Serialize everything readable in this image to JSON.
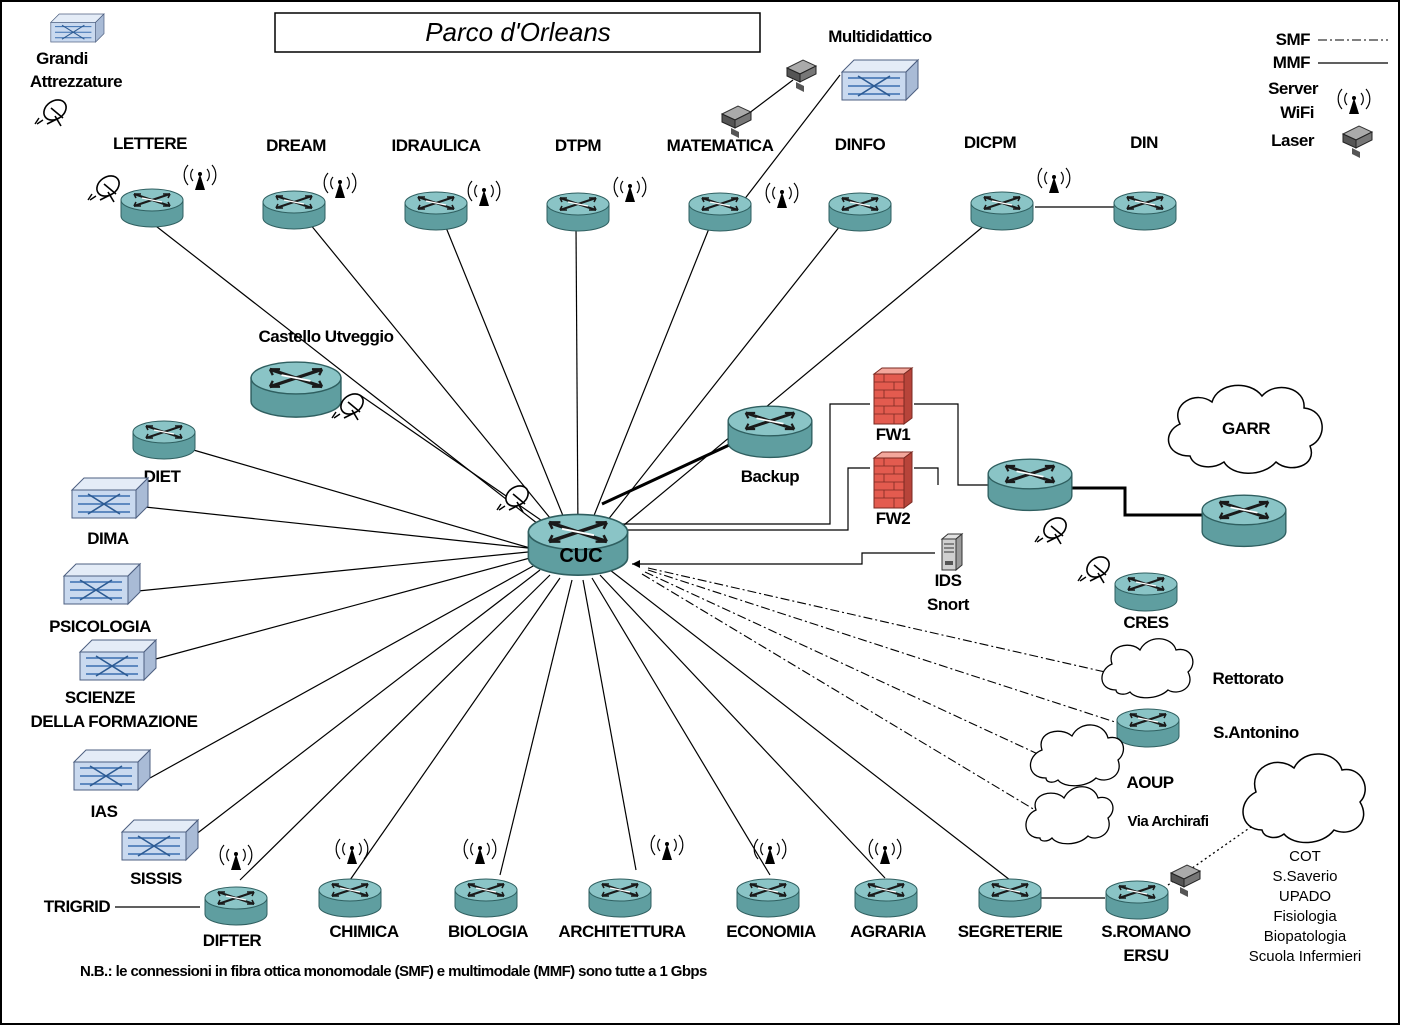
{
  "title": "Parco d'Orleans",
  "legend": {
    "smf": "SMF",
    "mmf": "MMF",
    "server": "Server",
    "wifi": "WiFi",
    "laser": "Laser"
  },
  "top_left": {
    "line1": "Grandi",
    "line2": "Attrezzature"
  },
  "multididattico": "Multididattico",
  "top_nodes": [
    "LETTERE",
    "DREAM",
    "IDRAULICA",
    "DTPM",
    "MATEMATICA",
    "DINFO",
    "DICPM",
    "DIN"
  ],
  "castello": "Castello Utveggio",
  "left_nodes": {
    "diet": "DIET",
    "dima": "DIMA",
    "psicologia": "PSICOLOGIA",
    "scienze_1": "SCIENZE",
    "scienze_2": "DELLA FORMAZIONE",
    "ias": "IAS",
    "sissis": "SISSIS",
    "trigrid": "TRIGRID",
    "difter": "DIFTER"
  },
  "center": {
    "cuc": "CUC",
    "backup": "Backup",
    "fw1": "FW1",
    "fw2": "FW2",
    "ids_1": "IDS",
    "ids_2": "Snort"
  },
  "right_nodes": {
    "garr": "GARR",
    "cres": "CRES",
    "rettorato": "Rettorato",
    "santonino": "S.Antonino",
    "aoup": "AOUP",
    "via_archirafi": "Via Archirafi"
  },
  "bottom_nodes": [
    "CHIMICA",
    "BIOLOGIA",
    "ARCHITETTURA",
    "ECONOMIA",
    "AGRARIA",
    "SEGRETERIE"
  ],
  "sromano": {
    "line1": "S.ROMANO",
    "line2": "ERSU"
  },
  "remote_sites": [
    "COT",
    "S.Saverio",
    "UPADO",
    "Fisiologia",
    "Biopatologia",
    "Scuola Infermieri"
  ],
  "note": "N.B.: le connessioni in fibra ottica monomodale (SMF) e multimodale (MMF) sono tutte a 1 Gbps",
  "colors": {
    "router_body": "#5f9ea0",
    "router_top": "#8ac4c6",
    "switch_body": "#c9d9ef",
    "firewall": "#e35b4f"
  },
  "icons": [
    "router-icon",
    "switch-icon",
    "wifi-antenna-icon",
    "satellite-dish-icon",
    "laser-icon",
    "firewall-icon",
    "server-icon",
    "cloud-icon"
  ]
}
